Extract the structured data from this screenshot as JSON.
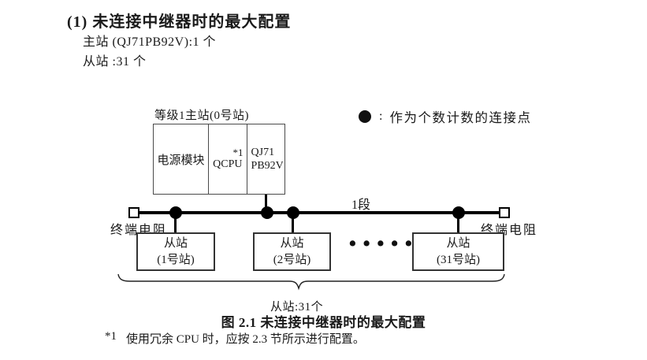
{
  "page": {
    "heading": "(1) 未连接中继器时的最大配置",
    "line_master": "主站 (QJ71PB92V):1 个",
    "line_slave": "从站 :31 个"
  },
  "legend": {
    "separator": ":",
    "text": "作为个数计数的连接点"
  },
  "diagram": {
    "master_label": "等级1主站(0号站)",
    "master_cells": {
      "power": "电源模块",
      "cpu_note": "*1",
      "cpu": "QCPU",
      "module_line1": "QJ71",
      "module_line2": "PB92V"
    },
    "segment_label": "1段",
    "terminator_left": "终端电阻",
    "terminator_right": "终端电阻",
    "slaves": [
      {
        "line1": "从站",
        "line2": "(1号站)"
      },
      {
        "line1": "从站",
        "line2": "(2号站)"
      },
      {
        "line1": "从站",
        "line2": "(31号站)"
      }
    ],
    "ellipsis": "••••••",
    "brace_label": "从站:31个"
  },
  "caption": "图 2.1 未连接中继器时的最大配置",
  "footnote": {
    "marker": "*1",
    "text": "使用冗余 CPU 时，应按 2.3 节所示进行配置。"
  },
  "colors": {
    "background": "#ffffff",
    "text": "#1a1a1a",
    "line": "#000000",
    "box_border": "#333333"
  }
}
